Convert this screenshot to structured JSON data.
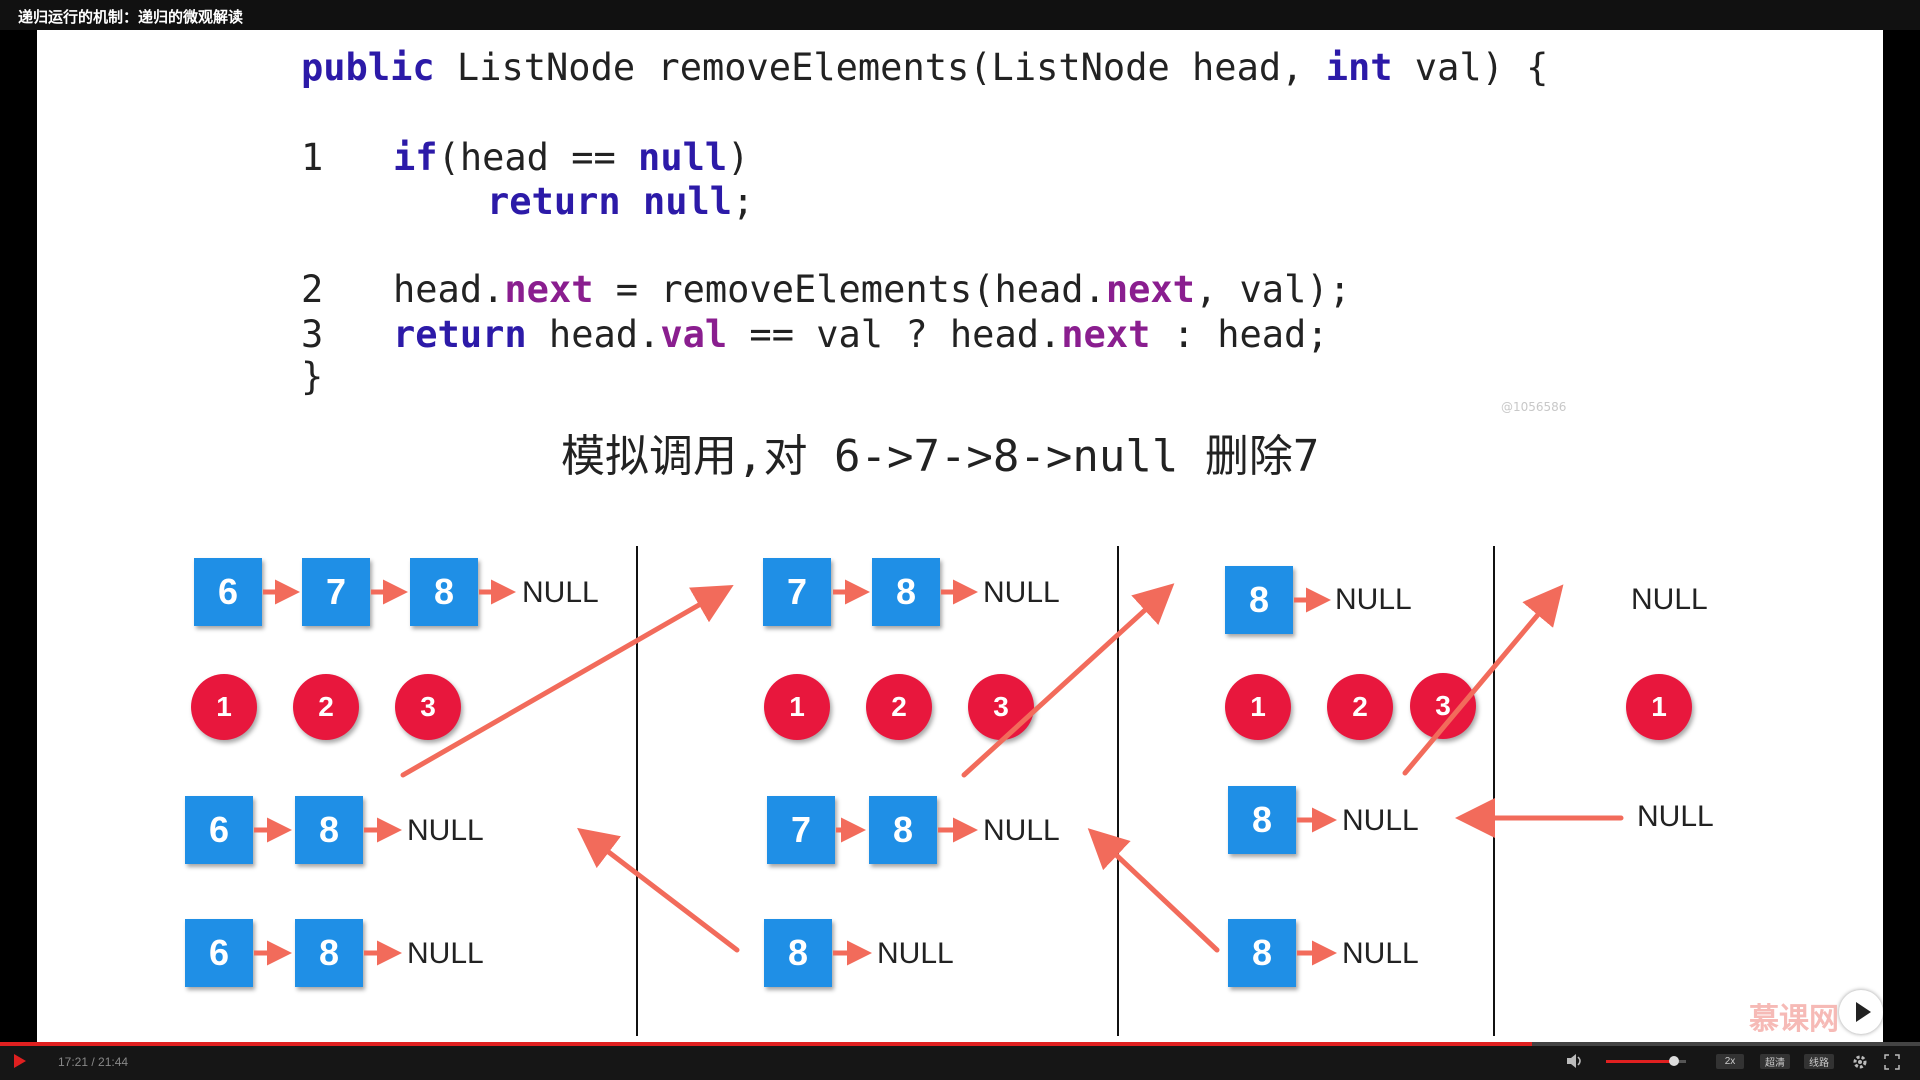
{
  "window": {
    "title": "递归运行的机制：递归的微观解读"
  },
  "code": {
    "signature": [
      "public",
      " ListNode removeElements(ListNode head, ",
      "int",
      " val) {"
    ],
    "lines": [
      {
        "num": "1",
        "parts": [
          "if",
          "(head == ",
          "null",
          ")"
        ]
      },
      {
        "num": "",
        "parts": [
          "return",
          " ",
          "null",
          ";"
        ]
      },
      {
        "num": "2",
        "parts": [
          "head.",
          "next",
          " = removeElements(head.",
          "next",
          ", val);"
        ]
      },
      {
        "num": "3",
        "parts": [
          "return",
          " head.",
          "val",
          " == val ? head.",
          "next",
          " : head;"
        ]
      },
      {
        "num": "",
        "parts": [
          "}"
        ]
      }
    ]
  },
  "watermark": "@1056586",
  "caption": "模拟调用,对 6->7->8->null 删除7",
  "diagram": {
    "null_label": "NULL",
    "col1": {
      "top": [
        "6",
        "7",
        "8"
      ],
      "steps": [
        "1",
        "2",
        "3"
      ],
      "mid": [
        "6",
        "8"
      ],
      "bot": [
        "6",
        "8"
      ]
    },
    "col2": {
      "top": [
        "7",
        "8"
      ],
      "steps": [
        "1",
        "2",
        "3"
      ],
      "mid": [
        "7",
        "8"
      ],
      "bot": [
        "8"
      ]
    },
    "col3": {
      "top": [
        "8"
      ],
      "steps": [
        "1",
        "2",
        "3"
      ],
      "mid": [
        "8"
      ],
      "bot": [
        "8"
      ]
    },
    "col4": {
      "steps": [
        "1"
      ]
    }
  },
  "player": {
    "time": "17:21 / 21:44",
    "progress": 0.798,
    "volume": 0.85,
    "speed": "2x",
    "quality": "超清",
    "line": "线路",
    "logo": "慕课网",
    "colors": {
      "accent": "#e02020",
      "node": "#1f8fe6",
      "circle": "#e8173d",
      "arrow": "#f26b5b"
    }
  }
}
